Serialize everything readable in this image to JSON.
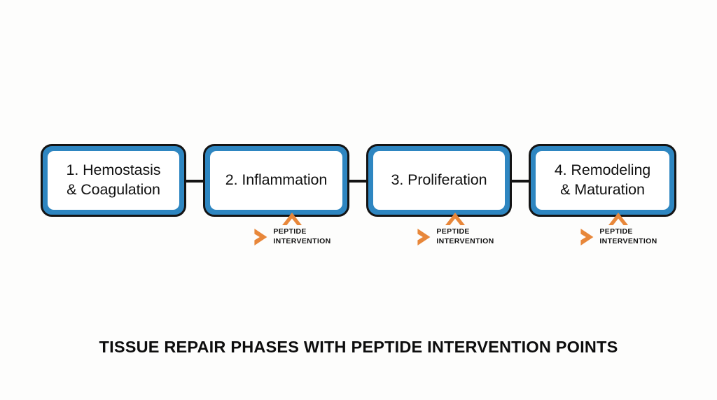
{
  "diagram": {
    "title": "TISSUE REPAIR PHASES WITH PEPTIDE INTERVENTION POINTS",
    "background_color": "#fdfdfc",
    "box_fill_color": "#2E86C1",
    "box_border_color": "#141414",
    "box_inner_color": "#ffffff",
    "accent_color": "#E8873A",
    "phases": [
      {
        "id": "hemostasis-coagulation",
        "label": "1. Hemostasis\n& Coagulation",
        "number": "1",
        "name": "Hemostasis & Coagulation",
        "has_intervention": false
      },
      {
        "id": "inflammation",
        "label": "2. Inflammation",
        "number": "2",
        "name": "Inflammation",
        "has_intervention": true,
        "intervention_label": "PEPTIDE\nINTERVENTION"
      },
      {
        "id": "proliferation",
        "label": "3. Proliferation",
        "number": "3",
        "name": "Proliferation",
        "has_intervention": true,
        "intervention_label": "PEPTIDE\nINTERVENTION"
      },
      {
        "id": "remodeling-maturation",
        "label": "4. Remodeling\n& Maturation",
        "number": "4",
        "name": "Remodeling & Maturation",
        "has_intervention": true,
        "intervention_label": "PEPTIDE\nINTERVENTION"
      }
    ],
    "icons": {
      "up_arrow": "up-arrow-icon",
      "chevron_right": "chevron-right-icon"
    }
  }
}
